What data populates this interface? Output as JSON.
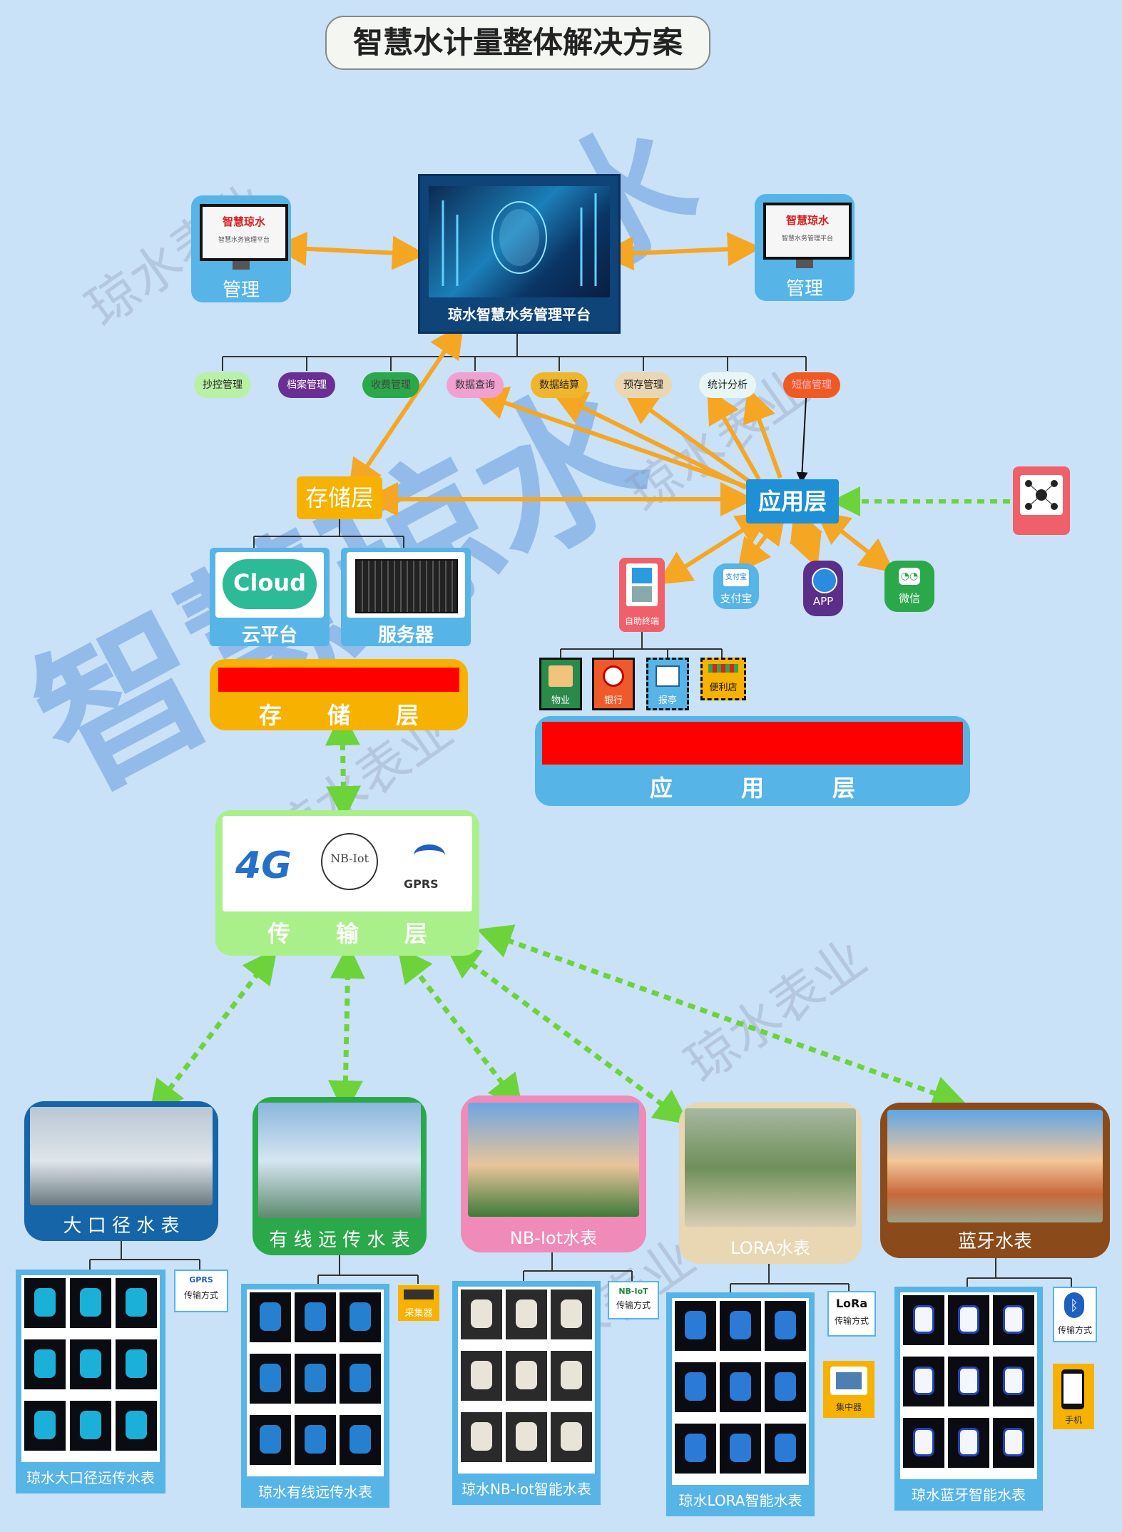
{
  "title": "智慧水计量整体解决方案",
  "watermarks": [
    "琼水表业",
    "琼水表业",
    "琼水表业",
    "琼水表业",
    "琼水表业"
  ],
  "big_watermark": "智慧琼水",
  "management": [
    {
      "screen_title": "智慧琼水",
      "screen_sub": "智慧水务管理平台",
      "label": "管理"
    },
    {
      "screen_title": "智慧琼水",
      "screen_sub": "智慧水务管理平台",
      "label": "管理"
    }
  ],
  "platform_label": "琼水智慧水务管理平台",
  "modules": [
    "抄控管理",
    "档案管理",
    "收费管理",
    "数据查询",
    "数据结算",
    "预存管理",
    "统计分析",
    "短信管理"
  ],
  "storage": {
    "label": "存储层",
    "cloud_logo": "Cloud",
    "cloud_label": "云平台",
    "server_label": "服务器",
    "bar_label": "存　　储　　层"
  },
  "application": {
    "label": "应用层",
    "kiosk": "自助终端",
    "alipay": "支付宝",
    "app": "APP",
    "wechat": "微信",
    "channels": [
      "物业",
      "银行",
      "报亭",
      "便利店"
    ],
    "bar_label": "应　　　用　　　层"
  },
  "transport": {
    "items": [
      "4G",
      "NB-Iot",
      "GPRS"
    ],
    "bar_label": "传　　输　　层"
  },
  "meters": [
    {
      "label": "大 口 径 水 表",
      "caption": "琼水大口径远传水表",
      "side": [
        "传输方式"
      ],
      "side_icon": "GPRS"
    },
    {
      "label": "有 线 远 传 水 表",
      "caption": "琼水有线远传水表",
      "side": [
        "采集器"
      ],
      "side_icon": ""
    },
    {
      "label": "NB-Iot水表",
      "caption": "琼水NB-Iot智能水表",
      "side": [
        "传输方式"
      ],
      "side_icon": "NB-IoT"
    },
    {
      "label": "LORA水表",
      "caption": "琼水LORA智能水表",
      "side": [
        "传输方式",
        "集中器"
      ],
      "side_icon": "LoRa"
    },
    {
      "label": "蓝牙水表",
      "caption": "琼水蓝牙智能水表",
      "side": [
        "传输方式",
        "手机"
      ],
      "side_icon": ""
    }
  ],
  "colors": {
    "background": "#c9e2f7",
    "arrow": "#f5a623",
    "dotted": "#6dd33a",
    "storage": "#f7b100",
    "app_blue": "#1f8fd6",
    "transport": "#a9f08a"
  }
}
